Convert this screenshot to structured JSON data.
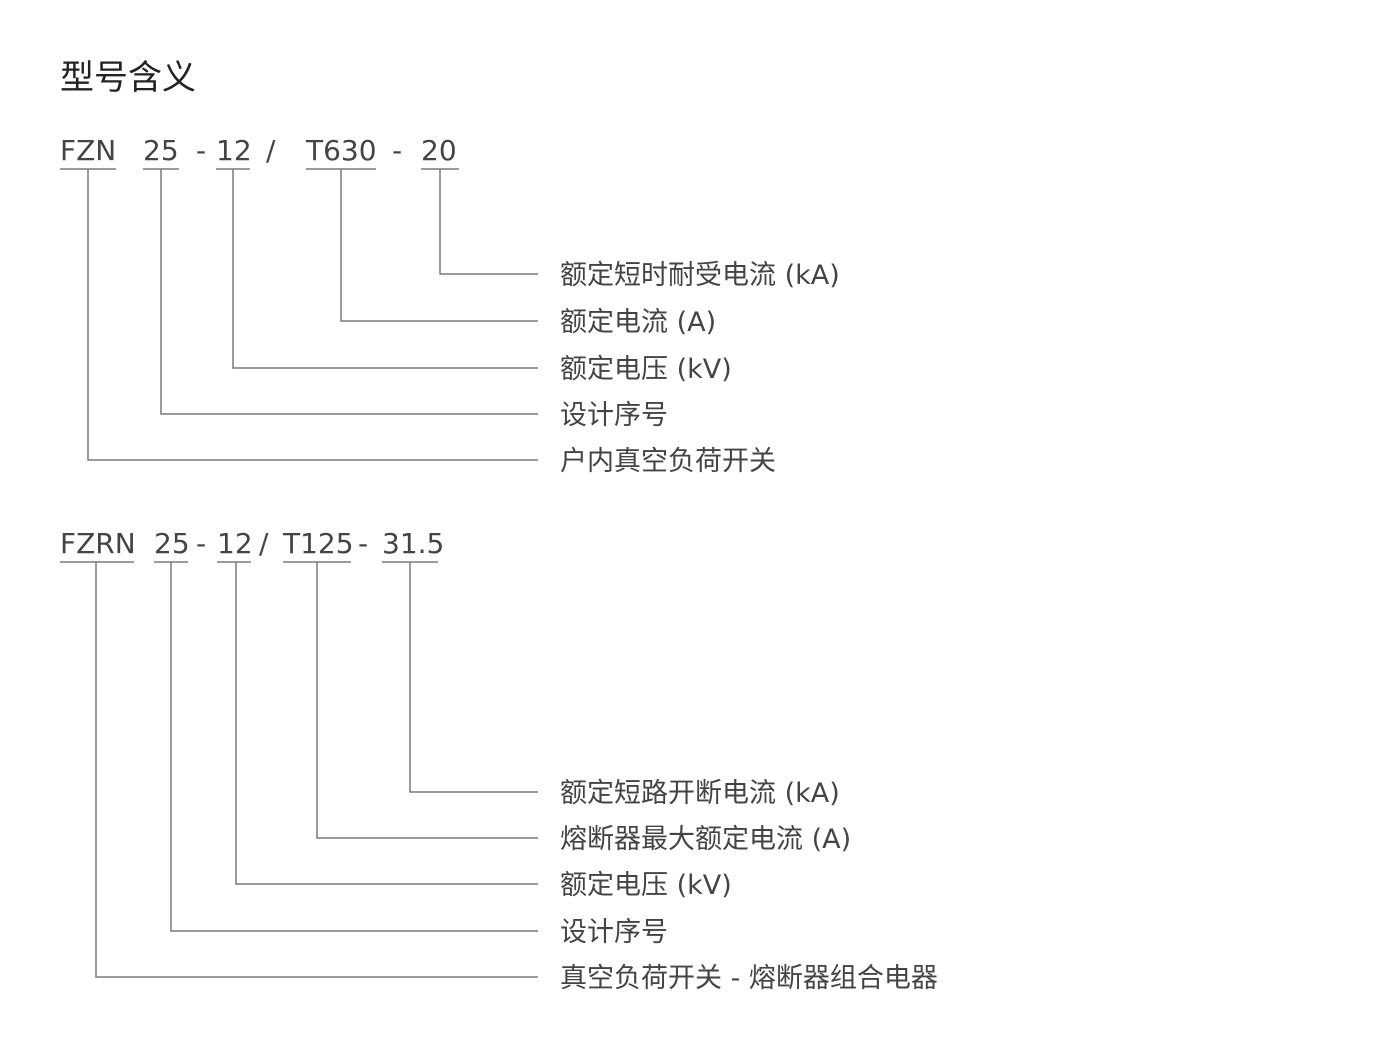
{
  "title": "型号含义",
  "models": [
    {
      "id": "fzn",
      "parts": [
        {
          "key": "fzn",
          "text": "FZN",
          "underline": true
        },
        {
          "key": "25",
          "text": "25",
          "underline": true
        },
        {
          "key": "sep1",
          "text": "-",
          "underline": false
        },
        {
          "key": "12",
          "text": "12",
          "underline": true
        },
        {
          "key": "slash",
          "text": "/",
          "underline": false
        },
        {
          "key": "t630",
          "text": "T630",
          "underline": true
        },
        {
          "key": "sep2",
          "text": "-",
          "underline": false
        },
        {
          "key": "20",
          "text": "20",
          "underline": true
        }
      ],
      "meanings": [
        {
          "part": "20",
          "label": "额定短时耐受电流 (kA)"
        },
        {
          "part": "t630",
          "label": "额定电流 (A)"
        },
        {
          "part": "12",
          "label": "额定电压 (kV)"
        },
        {
          "part": "25",
          "label": "设计序号"
        },
        {
          "part": "fzn",
          "label": "户内真空负荷开关"
        }
      ]
    },
    {
      "id": "fzrn",
      "parts": [
        {
          "key": "fzrn",
          "text": "FZRN",
          "underline": true
        },
        {
          "key": "25",
          "text": "25",
          "underline": true
        },
        {
          "key": "sep1",
          "text": "-",
          "underline": false
        },
        {
          "key": "12",
          "text": "12",
          "underline": true
        },
        {
          "key": "slash",
          "text": "/",
          "underline": false
        },
        {
          "key": "t125",
          "text": "T125",
          "underline": true
        },
        {
          "key": "sep2",
          "text": "-",
          "underline": false
        },
        {
          "key": "31.5",
          "text": "31.5",
          "underline": true
        }
      ],
      "meanings": [
        {
          "part": "31.5",
          "label": "额定短路开断电流 (kA)"
        },
        {
          "part": "t125",
          "label": "熔断器最大额定电流 (A)"
        },
        {
          "part": "12",
          "label": "额定电压 (kV)"
        },
        {
          "part": "25",
          "label": "设计序号"
        },
        {
          "part": "fzrn",
          "label": "真空负荷开关 - 熔断器组合电器"
        }
      ]
    }
  ]
}
